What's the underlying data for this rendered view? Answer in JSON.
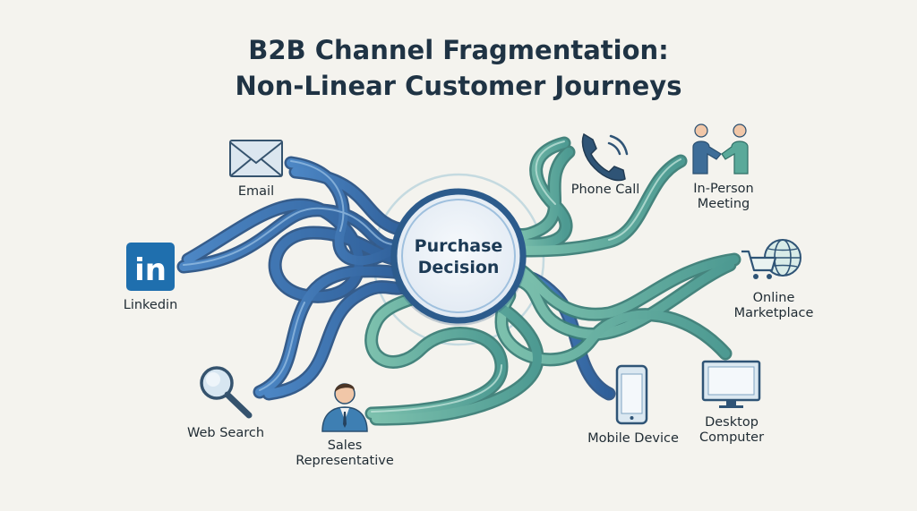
{
  "title_line1": "B2B Channel Fragmentation:",
  "title_line2": "Non-Linear Customer Journeys",
  "center": {
    "line1": "Purchase",
    "line2": "Decision"
  },
  "channels": {
    "email": "Email",
    "linkedin": "Linkedin",
    "web_search": "Web Search",
    "sales_rep_line1": "Sales",
    "sales_rep_line2": "Representative",
    "phone_call": "Phone Call",
    "in_person_line1": "In-Person",
    "in_person_line2": "Meeting",
    "online_line1": "Online",
    "online_line2": "Marketplace",
    "mobile_device": "Mobile Device",
    "desktop_line1": "Desktop",
    "desktop_line2": "Computer"
  },
  "logo_text": {
    "linkedin": "in"
  },
  "colors": {
    "blue_strand": "#3f74b0",
    "green_strand": "#5aa99a",
    "center_ring": "#2c5b8c",
    "center_fill": "#e8eef5",
    "background": "#f4f3ee"
  }
}
